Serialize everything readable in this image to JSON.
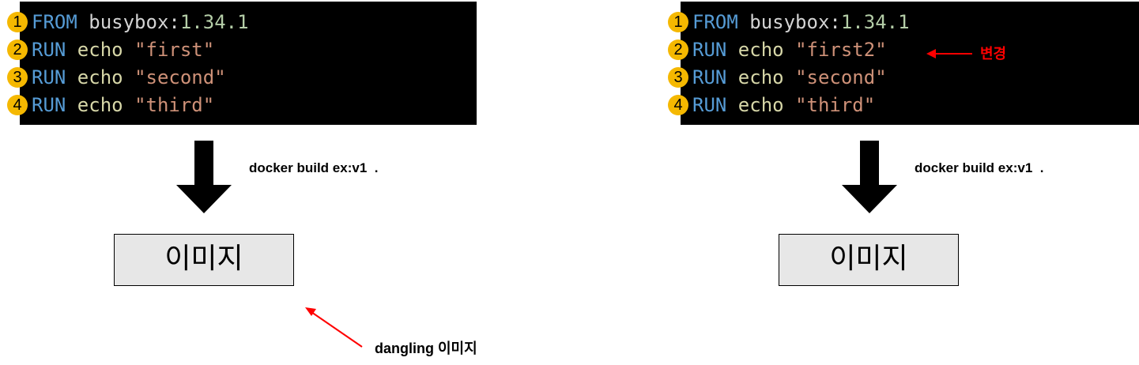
{
  "left": {
    "lines": [
      {
        "num": "1",
        "kw": "FROM",
        "a": " busybox:",
        "b": "1.34.1"
      },
      {
        "num": "2",
        "kw": "RUN",
        "a": " echo ",
        "b": "\"first\""
      },
      {
        "num": "3",
        "kw": "RUN",
        "a": " echo ",
        "b": "\"second\""
      },
      {
        "num": "4",
        "kw": "RUN",
        "a": " echo ",
        "b": "\"third\""
      }
    ],
    "build_command": "docker build ex:v1  .",
    "image_label": "이미지",
    "dangling_label": "dangling 이미지"
  },
  "right": {
    "lines": [
      {
        "num": "1",
        "kw": "FROM",
        "a": " busybox:",
        "b": "1.34.1"
      },
      {
        "num": "2",
        "kw": "RUN",
        "a": " echo ",
        "b": "\"first2\""
      },
      {
        "num": "3",
        "kw": "RUN",
        "a": " echo ",
        "b": "\"second\""
      },
      {
        "num": "4",
        "kw": "RUN",
        "a": " echo ",
        "b": "\"third\""
      }
    ],
    "changed_label": "변경",
    "build_command": "docker build ex:v1  .",
    "image_label": "이미지"
  },
  "colors": {
    "badge": "#f5b800",
    "annotation": "#ff0000",
    "code_background": "#000000",
    "image_box": "#e7e7e7"
  }
}
